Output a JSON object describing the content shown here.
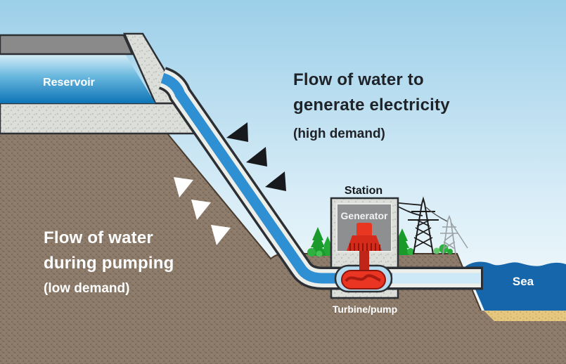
{
  "diagram": {
    "type": "pumped-storage-hydroelectricity",
    "labels": {
      "reservoir": "Reservoir",
      "sea": "Sea",
      "station": "Station",
      "generator": "Generator",
      "turbine_pump": "Turbine/pump",
      "generation_title_line1": "Flow of water to",
      "generation_title_line2": "generate electricity",
      "generation_subtitle": "(high demand)",
      "pumping_title_line1": "Flow of water",
      "pumping_title_line2": "during pumping",
      "pumping_subtitle": "(low demand)"
    },
    "flow_arrows": {
      "generation": {
        "color": "#17191c",
        "count": 3,
        "meaning": "water flows down penstock at high demand"
      },
      "pumping": {
        "color": "#ffffff",
        "count": 3,
        "meaning": "water pumped back up at low demand"
      }
    },
    "colors": {
      "sky_top": "#9ccfe9",
      "sky_bottom": "#f0f8fb",
      "reservoir_water_top": "#d8eef8",
      "reservoir_water_bottom": "#0d74b6",
      "pipe_water": "#2f8fd3",
      "pipe_water_light": "#cde8f6",
      "pipe_casing": "#eceeea",
      "outline_dark": "#2c3034",
      "sea_blue": "#1566aa",
      "ground_brown": "#8d7b6b",
      "concrete_gray": "#dddfda",
      "wall_gray": "#8a8a8a",
      "machine_red": "#e83620",
      "machine_red_dark": "#b02012",
      "tree_green": "#1b9a2c",
      "sand_tan": "#e5c77f"
    }
  }
}
